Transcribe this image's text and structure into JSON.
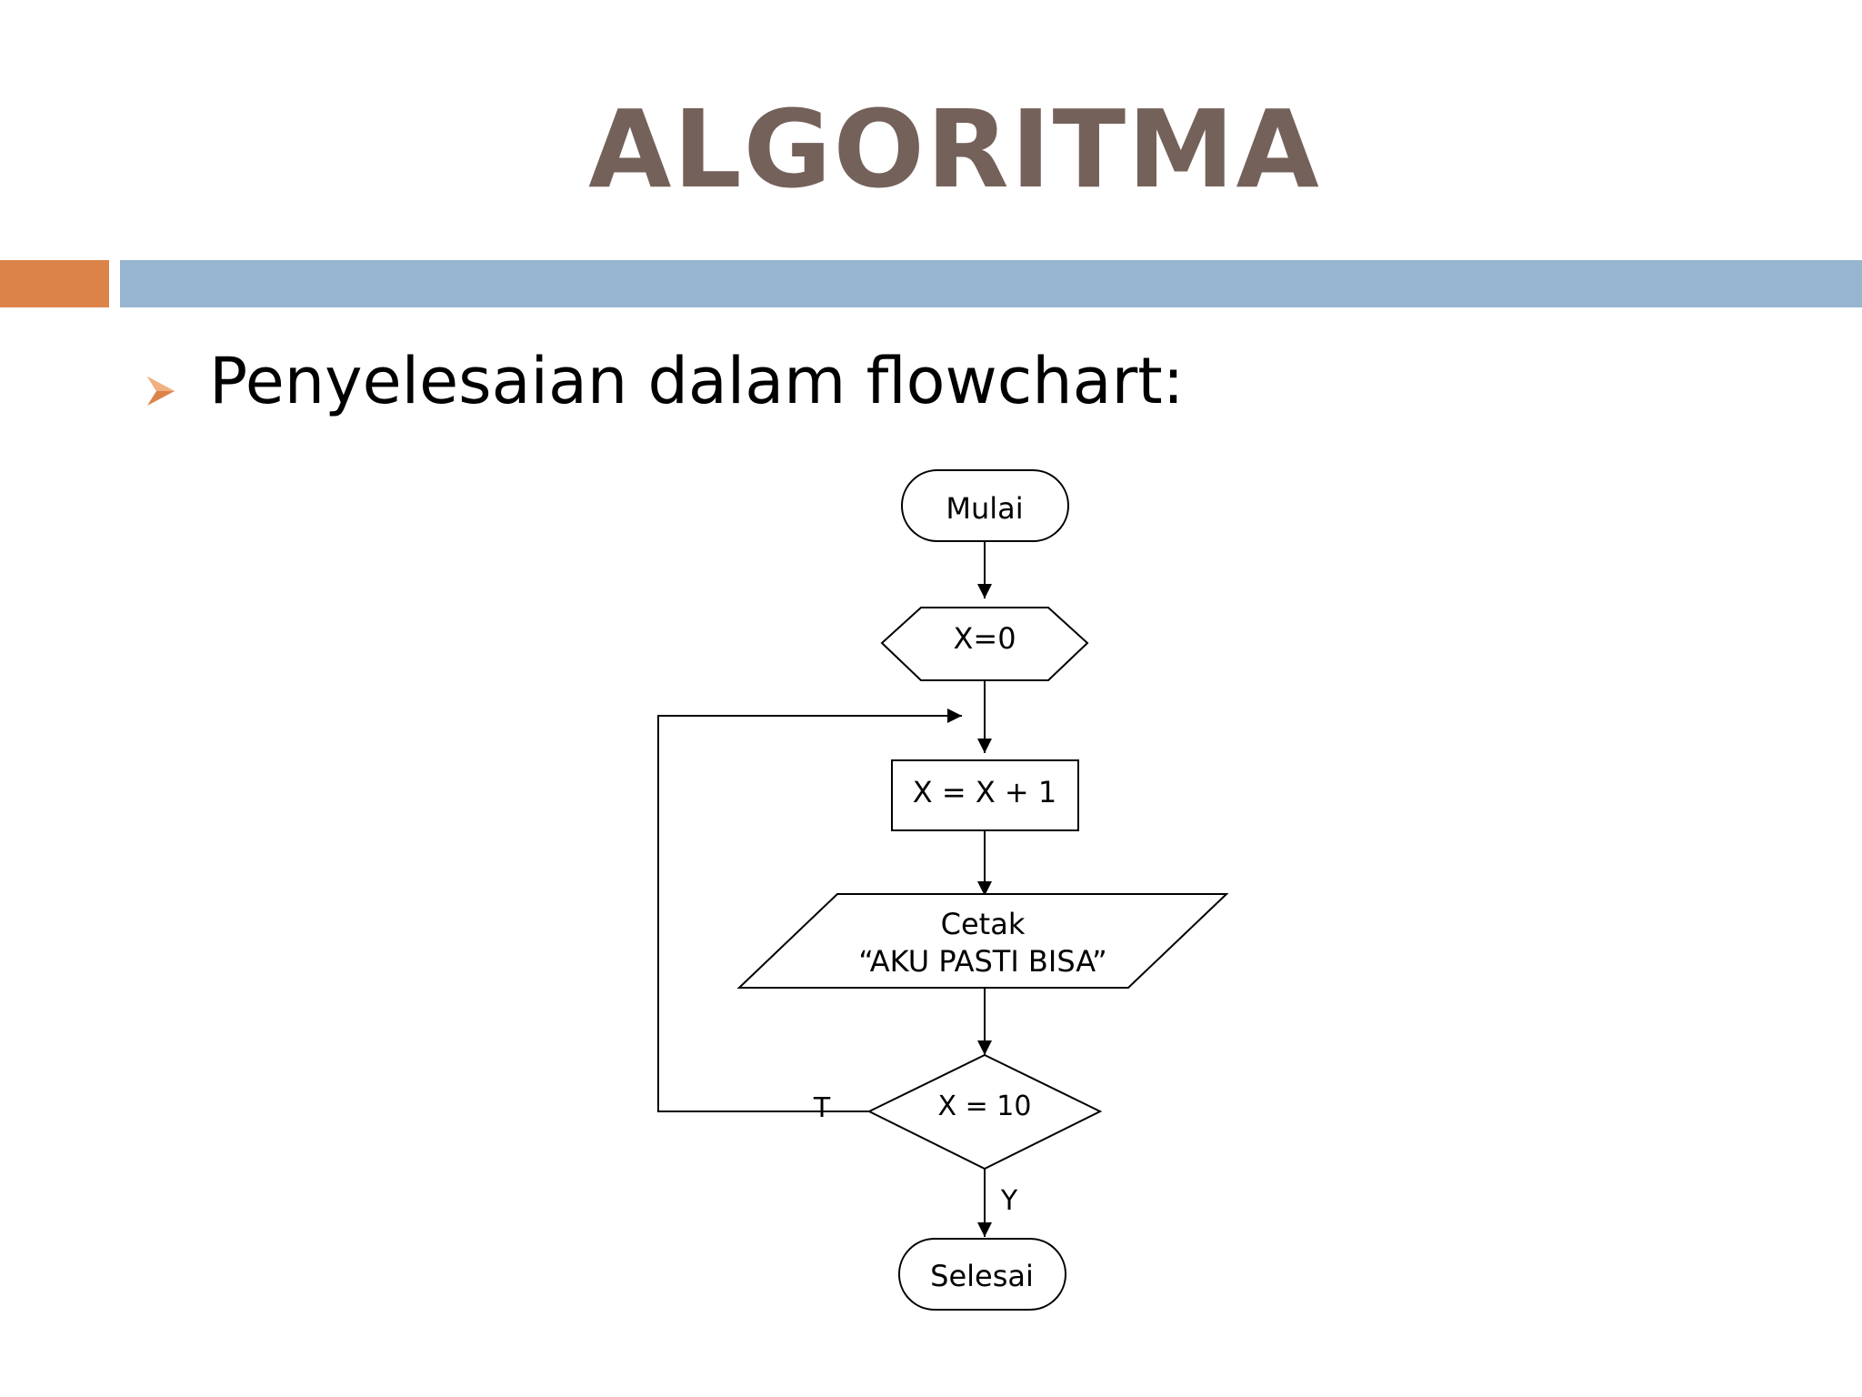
{
  "slide": {
    "title": "ALGORITMA",
    "bullet": "Penyelesaian dalam flowchart:"
  },
  "flowchart": {
    "start": "Mulai",
    "init": "X=0",
    "process": "X = X + 1",
    "output_line1": "Cetak",
    "output_line2": "“AKU PASTI BISA”",
    "decision": "X = 10",
    "label_false": "T",
    "label_true": "Y",
    "end": "Selesai"
  },
  "colors": {
    "title": "#74615a",
    "accent_orange": "#dc8349",
    "accent_blue": "#97b5d0",
    "bullet_arrow": "#dc8349"
  }
}
